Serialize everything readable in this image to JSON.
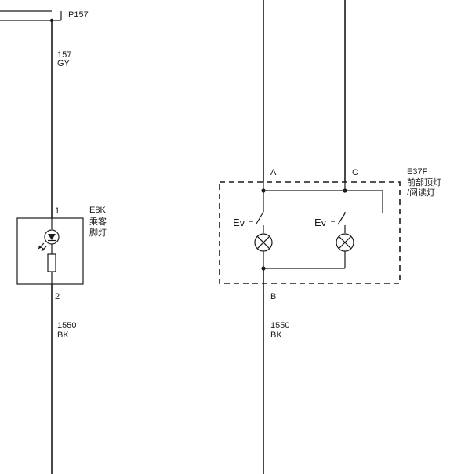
{
  "connector_top": {
    "id": "IP157"
  },
  "circuit_top": {
    "number": "157",
    "color": "GY"
  },
  "footwell_lamp": {
    "id": "E8K",
    "name_line1": "乘客",
    "name_line2": "脚灯",
    "pin_top": "1",
    "pin_bottom": "2"
  },
  "circuit_left_bottom": {
    "number": "1550",
    "color": "BK"
  },
  "dome_reading_lamp": {
    "id": "E37F",
    "name_line1": "前部顶灯",
    "name_line2": "/阅读灯",
    "pin_a": "A",
    "pin_c": "C",
    "pin_b": "B",
    "switch_label_1": "Ev",
    "switch_label_2": "Ev"
  },
  "circuit_right_bottom": {
    "number": "1550",
    "color": "BK"
  }
}
